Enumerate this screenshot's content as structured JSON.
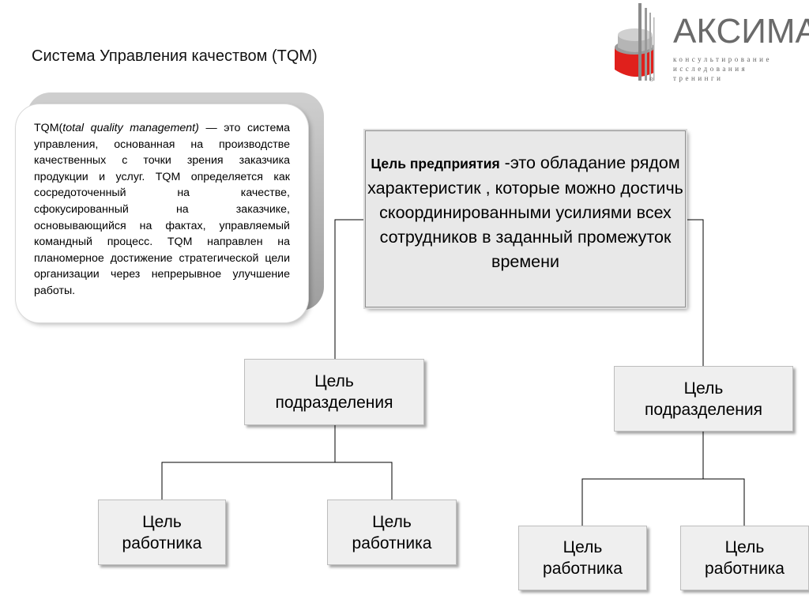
{
  "title": "Система Управления качеством (TQM)",
  "logo": {
    "name": "АКСИМА",
    "sub": [
      "консультирование",
      "исследования",
      "тренинги"
    ],
    "registered": "®",
    "colors": {
      "red": "#e0201c",
      "gray": "#6a6a6a"
    }
  },
  "tqm": {
    "lead": "TQM(",
    "term": "total quality management)",
    "body": " — это система управления, основанная на производстве качественных с точки зрения заказчика продукции и услуг. TQM определяется как сосредоточенный на качестве, сфокусированный на заказчике, основывающийся на фактах, управляемый командный процесс. TQM направлен на планомерное достижение стратегической цели организации через непрерывное улучшение работы."
  },
  "diagram": {
    "enterprise_goal": {
      "bold": "Цель предприятия",
      "rest": " -это обладание рядом характеристик , которые можно достичь скоординированными усилиями всех сотрудников в заданный промежуток времени"
    },
    "division_goal_left": "Цель подразделения",
    "division_goal_right": "Цель подразделения",
    "employee_goals": [
      "Цель работника",
      "Цель работника",
      "Цель работника",
      "Цель работника"
    ]
  }
}
